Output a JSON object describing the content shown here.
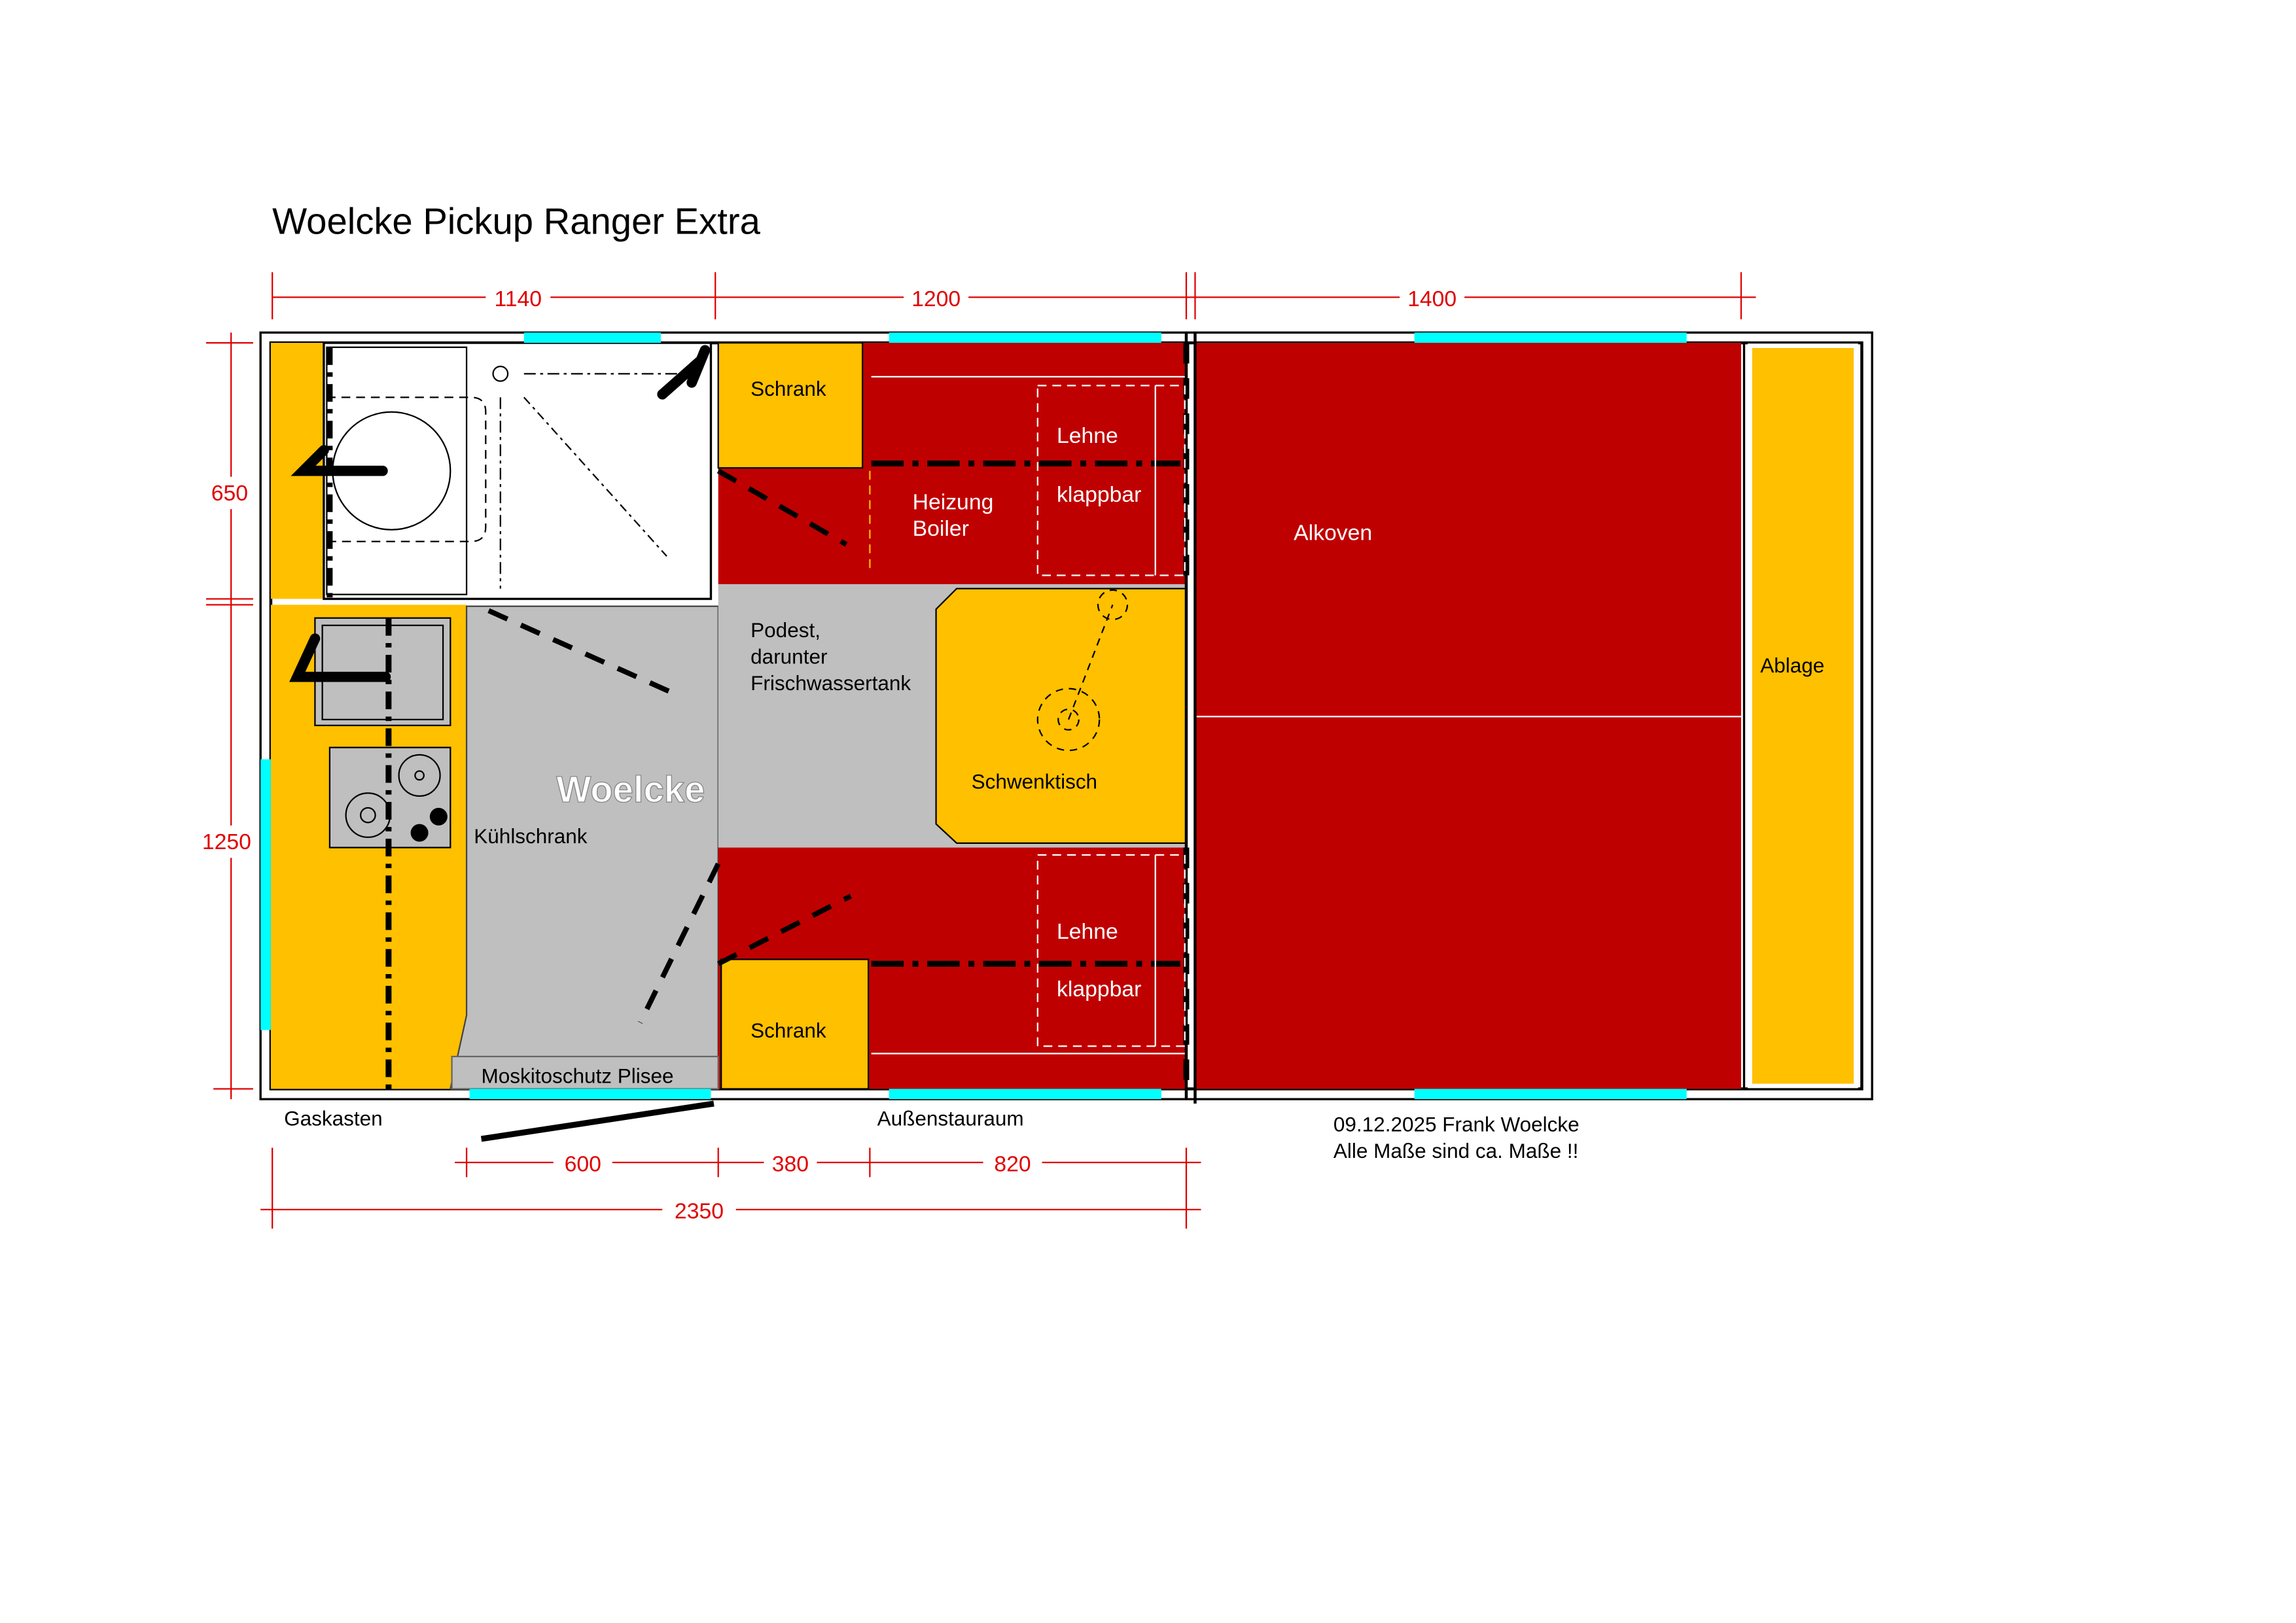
{
  "title": "Woelcke Pickup Ranger Extra",
  "dimensions": {
    "top": [
      "1140",
      "1200",
      "1400"
    ],
    "left": [
      "650",
      "1250"
    ],
    "bottom": [
      "600",
      "380",
      "820"
    ],
    "total": "2350"
  },
  "labels": {
    "schrank_top": "Schrank",
    "schrank_bottom": "Schrank",
    "lehne_top": "Lehne",
    "klappbar_top": "klappbar",
    "lehne_bottom": "Lehne",
    "klappbar_bottom": "klappbar",
    "heizung": "Heizung",
    "boiler": "Boiler",
    "podest_1": "Podest,",
    "podest_2": "darunter",
    "podest_3": "Frischwassertank",
    "schwenktisch": "Schwenktisch",
    "kuehlschrank": "Kühlschrank",
    "moskito": "Moskitoschutz Plisee",
    "alkoven": "Alkoven",
    "ablage": "Ablage",
    "gaskasten": "Gaskasten",
    "aussenstauraum": "Außenstauraum",
    "watermark": "Woelcke"
  },
  "footer": {
    "line1": "09.12.2025 Frank Woelcke",
    "line2": "Alle Maße sind ca. Maße !!"
  },
  "colors": {
    "red": "#bf0000",
    "yellow": "#ffc000",
    "grey": "#bfbfbf",
    "window": "#00ffff",
    "dimension": "#e00000"
  }
}
